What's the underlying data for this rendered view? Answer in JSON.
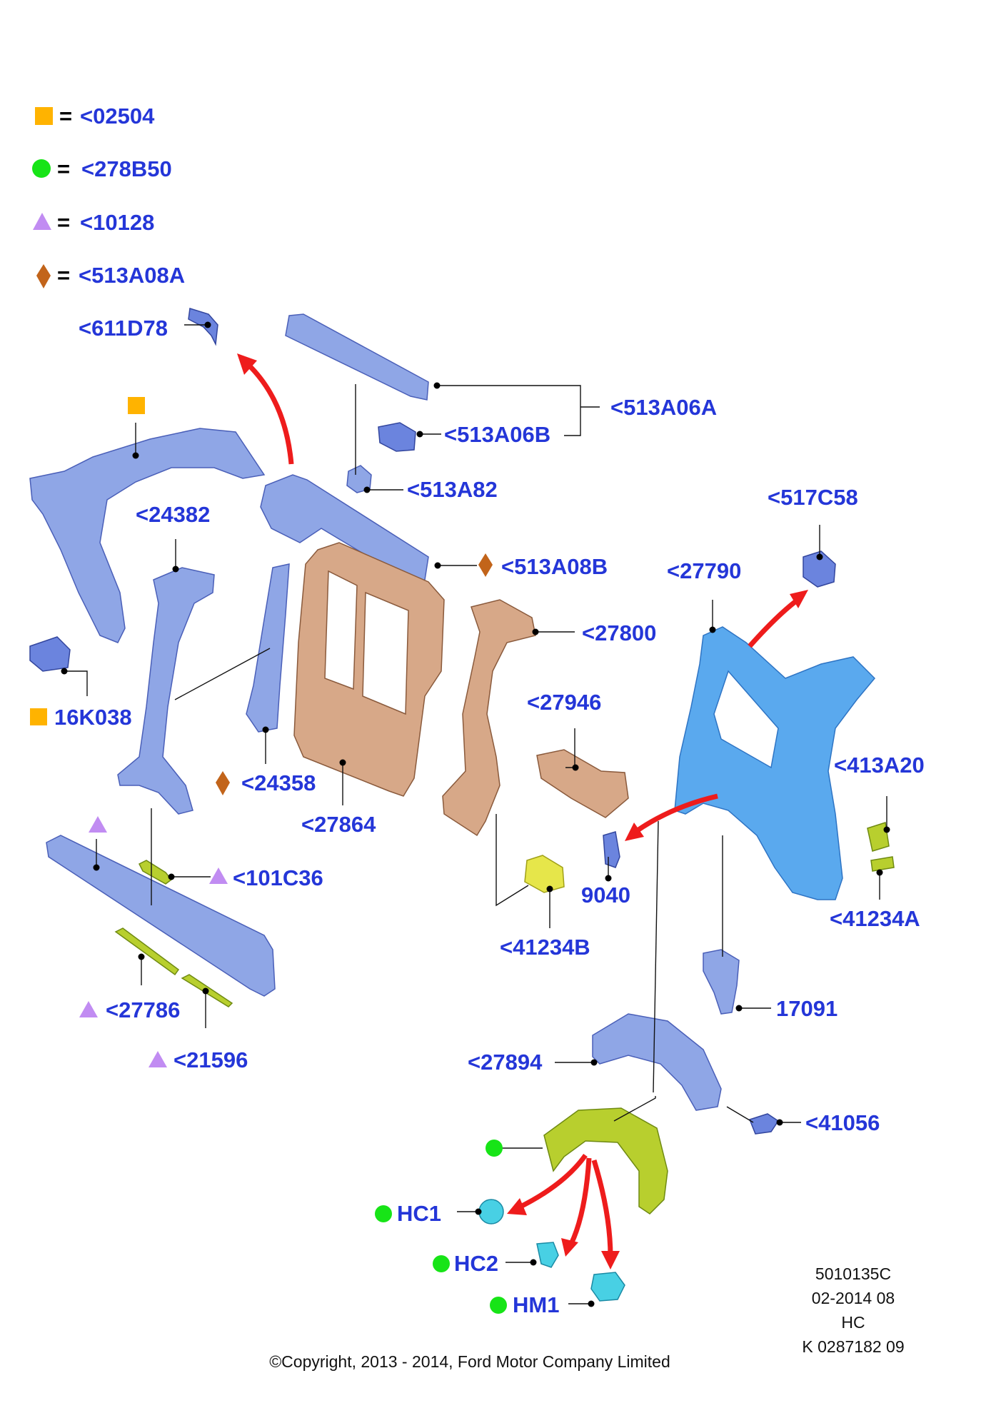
{
  "legend": [
    {
      "shape": "square",
      "color": "#ffb300",
      "sep": "=",
      "code": "<02504"
    },
    {
      "shape": "circle",
      "color": "#17e417",
      "sep": "=",
      "code": "<278B50"
    },
    {
      "shape": "triangle",
      "color": "#c18cf2",
      "sep": "=",
      "code": "<10128"
    },
    {
      "shape": "diamond",
      "color": "#c2641a",
      "sep": "=",
      "code": "<513A08A"
    }
  ],
  "labels": {
    "611D78": "<611D78",
    "513A06A": "<513A06A",
    "513A06B": "<513A06B",
    "513A82": "<513A82",
    "513A08B": "<513A08B",
    "517C58": "<517C58",
    "24382": "<24382",
    "27790": "<27790",
    "27800": "<27800",
    "16K038": "16K038",
    "27946": "<27946",
    "413A20": "<413A20",
    "24358": "<24358",
    "27864": "<27864",
    "101C36": "<101C36",
    "9040": "9040",
    "41234A": "<41234A",
    "41234B": "<41234B",
    "27786": "<27786",
    "17091": "17091",
    "21596": "<21596",
    "27894": "<27894",
    "41056": "<41056",
    "HC1": "HC1",
    "HC2": "HC2",
    "HM1": "HM1"
  },
  "footer": {
    "ref_lines": [
      "5010135C",
      "02-2014 08",
      "HC",
      "K 0287182 09"
    ],
    "copyright": "©Copyright, 2013 - 2014, Ford Motor Company Limited"
  }
}
